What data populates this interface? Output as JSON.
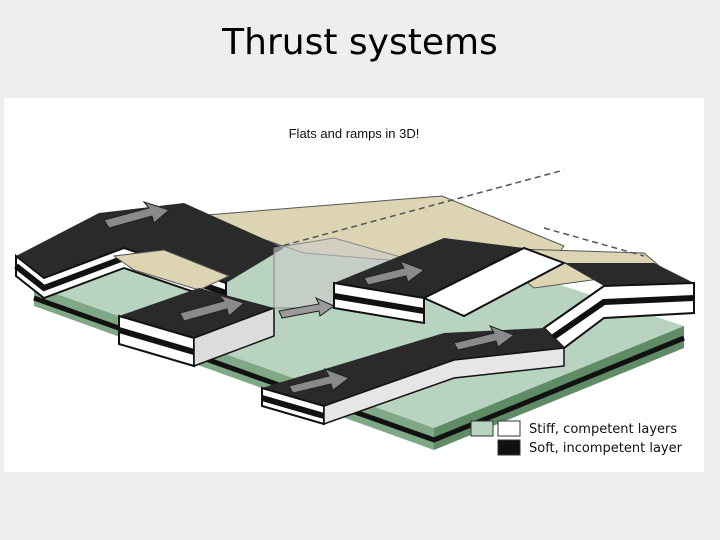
{
  "slide": {
    "title": "Thrust systems"
  },
  "figure": {
    "caption": "Flats and ramps in 3D!",
    "legend": [
      {
        "label": "Stiff, competent layers",
        "swatch_colors": [
          "#b9d3c1",
          "#ffffff"
        ]
      },
      {
        "label": "Soft, incompetent layer",
        "swatch_colors": [
          "#111111"
        ]
      }
    ]
  },
  "colors": {
    "background": "#eeeeee",
    "stiff_layer": "#b9d3c1",
    "base_green": "#7fa886",
    "soft_layer": "#111111",
    "upper_surface": "#ddd4b3",
    "arrow": "#8a8a8a"
  }
}
